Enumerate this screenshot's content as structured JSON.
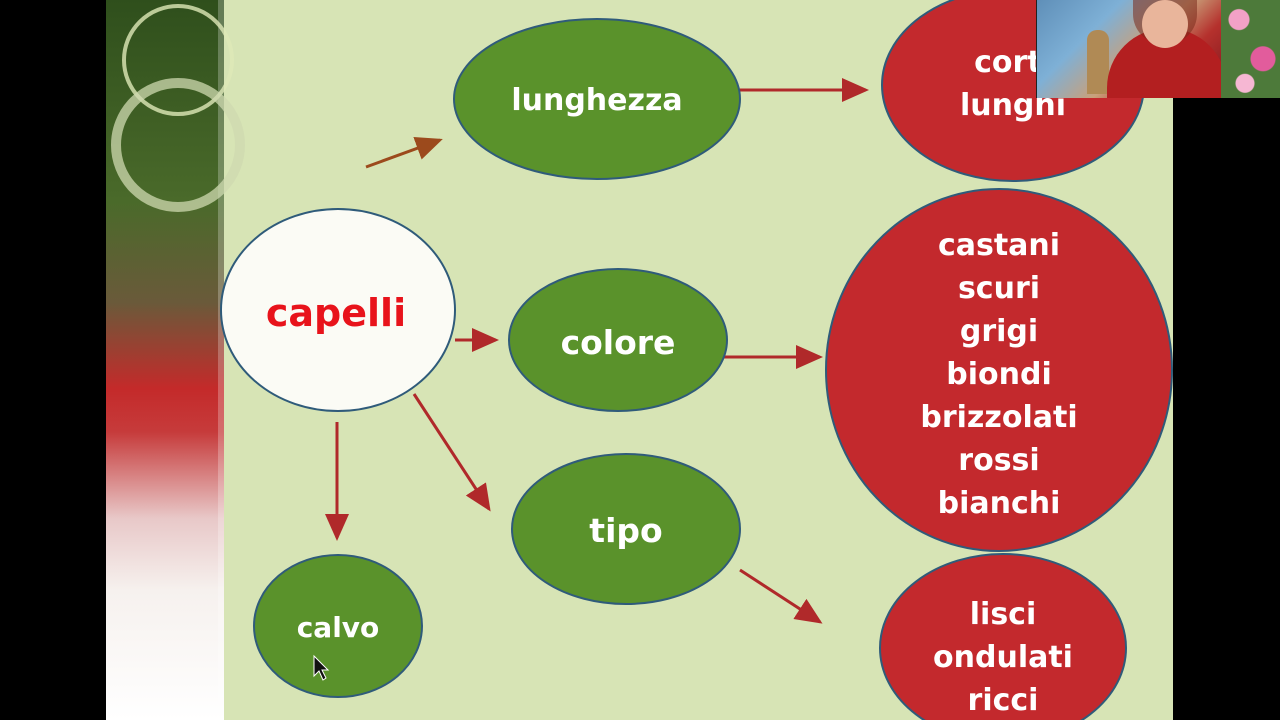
{
  "nodes": {
    "center": "capelli",
    "length": "lunghezza",
    "color": "colore",
    "type": "tipo",
    "bald": "calvo"
  },
  "length_values": [
    "corti",
    "lunghi"
  ],
  "color_values": [
    "castani",
    "scuri",
    "grigi",
    "biondi",
    "brizzolati",
    "rossi",
    "bianchi"
  ],
  "type_values": [
    "lisci",
    "ondulati",
    "ricci"
  ],
  "colors": {
    "background": "#d7e4b5",
    "green_node": "#5a922b",
    "red_node": "#c3292d",
    "center_node": "#fbfbf5",
    "center_text": "#e8131b",
    "arrow_red": "#b0292a",
    "arrow_brown": "#9c4a1c"
  }
}
